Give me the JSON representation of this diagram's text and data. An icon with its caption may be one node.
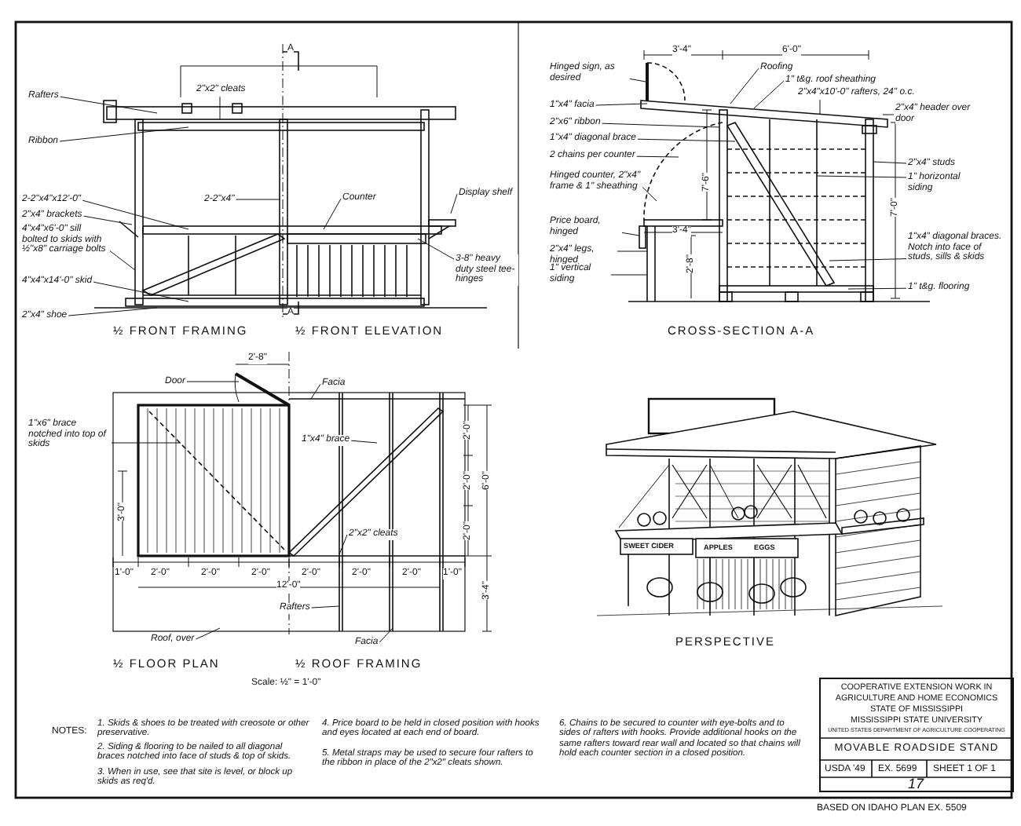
{
  "diagram": {
    "nodes": [
      {
        "text": [
          "Rafters"
        ]
      },
      {
        "text": [
          "2\"x2\" cleats"
        ]
      },
      {
        "text": [
          "Ribbon"
        ]
      },
      {
        "text": [
          "2-2\"x4\"x12'-0\""
        ]
      },
      {
        "text": [
          "2\"x4\" brackets"
        ]
      },
      {
        "text": [
          "4\"x4\"x6'-0\" sill bolted to skids with ½\"x8\" carriage bolts"
        ]
      },
      {
        "text": [
          "4\"x4\"x14'-0\" skid"
        ]
      },
      {
        "text": [
          "2\"x4\" shoe"
        ]
      },
      {
        "text": [
          "2-2\"x4\""
        ]
      },
      {
        "text": [
          "Counter"
        ]
      },
      {
        "text": [
          "Display shelf"
        ]
      },
      {
        "text": [
          "3-8\" heavy duty steel tee-hinges"
        ]
      },
      {
        "text": [
          "Hinged sign, as desired"
        ]
      },
      {
        "text": [
          "1\"x4\" facia"
        ]
      },
      {
        "text": [
          "2\"x6\" ribbon"
        ]
      },
      {
        "text": [
          "1\"x4\" diagonal brace"
        ]
      },
      {
        "text": [
          "2 chains per counter"
        ]
      },
      {
        "text": [
          "Hinged counter, 2\"x4\" frame & 1\" sheathing"
        ]
      },
      {
        "text": [
          "Price board, hinged"
        ]
      },
      {
        "text": [
          "2\"x4\" legs, hinged"
        ]
      },
      {
        "text": [
          "1\" vertical siding"
        ]
      },
      {
        "text": [
          "Roofing"
        ]
      },
      {
        "text": [
          "1\" t&g. roof sheathing"
        ]
      },
      {
        "text": [
          "2\"x4\"x10'-0\" rafters, 24\" o.c."
        ]
      },
      {
        "text": [
          "2\"x4\" header over door"
        ]
      },
      {
        "text": [
          "2\"x4\" studs"
        ]
      },
      {
        "text": [
          "1\" horizontal siding"
        ]
      },
      {
        "text": [
          "1\"x4\" diagonal braces. Notch into face of studs, sills & skids"
        ]
      },
      {
        "text": [
          "1\" t&g. flooring"
        ]
      },
      {
        "text": [
          "Door"
        ]
      },
      {
        "text": [
          "Facia"
        ]
      },
      {
        "text": [
          "1\"x6\" brace notched into top of skids"
        ]
      },
      {
        "text": [
          "1\"x4\" brace"
        ]
      },
      {
        "text": [
          "2\"x2\" cleats"
        ]
      },
      {
        "text": [
          "Rafters"
        ]
      },
      {
        "text": [
          "Roof, over"
        ]
      },
      {
        "text": [
          "Facia"
        ]
      }
    ],
    "edges": [
      {
        "from": 0,
        "to": null,
        "arrow": "none"
      },
      {
        "from": 1,
        "to": null,
        "arrow": "none"
      },
      {
        "from": 2,
        "to": null,
        "arrow": "none"
      },
      {
        "from": 3,
        "to": null,
        "arrow": "none"
      },
      {
        "from": 4,
        "to": null,
        "arrow": "none"
      },
      {
        "from": 5,
        "to": null,
        "arrow": "none"
      },
      {
        "from": 6,
        "to": null,
        "arrow": "none"
      },
      {
        "from": 7,
        "to": null,
        "arrow": "none"
      },
      {
        "from": 8,
        "to": null,
        "arrow": "none"
      },
      {
        "from": 9,
        "to": null,
        "arrow": "none"
      },
      {
        "from": 10,
        "to": null,
        "arrow": "none"
      },
      {
        "from": 11,
        "to": null,
        "arrow": "none"
      },
      {
        "from": 12,
        "to": null,
        "arrow": "none"
      },
      {
        "from": 13,
        "to": null,
        "arrow": "none"
      },
      {
        "from": 14,
        "to": null,
        "arrow": "none"
      },
      {
        "from": 15,
        "to": null,
        "arrow": "none"
      },
      {
        "from": 16,
        "to": null,
        "arrow": "none"
      },
      {
        "from": 17,
        "to": null,
        "arrow": "none"
      },
      {
        "from": 18,
        "to": null,
        "arrow": "none"
      },
      {
        "from": 19,
        "to": null,
        "arrow": "none"
      },
      {
        "from": 20,
        "to": null,
        "arrow": "none"
      },
      {
        "from": 21,
        "to": null,
        "arrow": "none"
      },
      {
        "from": 22,
        "to": null,
        "arrow": "none"
      },
      {
        "from": 23,
        "to": null,
        "arrow": "none"
      },
      {
        "from": 24,
        "to": null,
        "arrow": "none"
      },
      {
        "from": 25,
        "to": null,
        "arrow": "none"
      },
      {
        "from": 26,
        "to": null,
        "arrow": "none"
      },
      {
        "from": 27,
        "to": null,
        "arrow": "none"
      },
      {
        "from": 28,
        "to": null,
        "arrow": "none"
      },
      {
        "from": 29,
        "to": null,
        "arrow": "none"
      },
      {
        "from": 30,
        "to": null,
        "arrow": "none"
      },
      {
        "from": 31,
        "to": null,
        "arrow": "none"
      },
      {
        "from": 32,
        "to": null,
        "arrow": "none"
      },
      {
        "from": 33,
        "to": null,
        "arrow": "none"
      },
      {
        "from": 34,
        "to": null,
        "arrow": "none"
      },
      {
        "from": 35,
        "to": null,
        "arrow": "none"
      },
      {
        "from": 36,
        "to": null,
        "arrow": "none"
      }
    ],
    "labels": [
      "A",
      "A",
      "½ FRONT FRAMING",
      "½ FRONT ELEVATION",
      "3'-4\"",
      "6'-0\"",
      "7'-6\"",
      "3'-4\"",
      "2'-8\"",
      "7'-0\"",
      "CROSS-SECTION A-A",
      "2'-8\"",
      "2'-0\"",
      "2'-0\"",
      "2'-0\"",
      "6'-0\"",
      "3'-0\"",
      "1'-0\"",
      "2'-0\"",
      "2'-0\"",
      "2'-0\"",
      "2'-0\"",
      "2'-0\"",
      "2'-0\"",
      "1'-0\"",
      "12'-0\"",
      "3'-4\"",
      "½ FLOOR PLAN",
      "½ ROOF FRAMING",
      "Scale: ½\" = 1'-0\"",
      "SWEET CIDER",
      "APPLES",
      "EGGS",
      "PERSPECTIVE",
      "NOTES:",
      "1. Skids & shoes to be treated with creosote or other preservative.",
      "2. Siding & flooring to be nailed to all diagonal braces notched into face of studs & top of skids.",
      "3. When in use, see that site is level, or block up skids as req'd.",
      "4. Price board to be held in closed position with hooks and eyes located at each end of board.",
      "5. Metal straps may be used to secure four rafters to the ribbon in place of the 2\"x2\" cleats shown.",
      "6. Chains to be secured to counter with eye-bolts and to sides of rafters with hooks. Provide additional hooks on the same rafters toward rear wall and located so that chains will hold each counter section in a closed position.",
      "COOPERATIVE EXTENSION WORK IN",
      "AGRICULTURE AND HOME ECONOMICS",
      "STATE OF MISSISSIPPI",
      "MISSISSIPPI STATE UNIVERSITY",
      "UNITED STATES DEPARTMENT OF AGRICULTURE COOPERATING",
      "MOVABLE ROADSIDE STAND",
      "USDA '49",
      "EX. 5699",
      "SHEET 1 OF 1",
      "17",
      "BASED ON IDAHO PLAN EX. 5509"
    ]
  }
}
